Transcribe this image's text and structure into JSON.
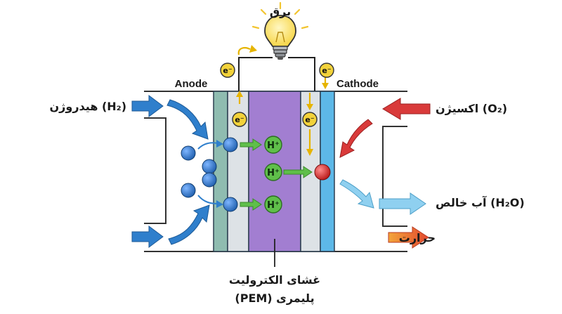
{
  "labels": {
    "bulb": "برق",
    "anode": "Anode",
    "cathode": "Cathode",
    "hydrogen": "هیدروژن (H₂)",
    "oxygen": "اکسیژن (O₂)",
    "water": "آب خالص (H₂O)",
    "heat": "حرارت",
    "membrane_line1": "غشای الکترولیت",
    "membrane_line2": "پلیمری (PEM)"
  },
  "tokens": {
    "electron": "e⁻",
    "proton": "H⁺"
  },
  "colors": {
    "membrane": "#a27ed1",
    "anode_layer": "#8fbcb0",
    "cathode_layer": "#5db8e8",
    "diffusion_layer": "#dde2e6",
    "hydrogen_arrow": "#2f7fcc",
    "oxygen_arrow": "#d93a3a",
    "water_arrow": "#8fd0f0",
    "heat_arrow": "#e8643a",
    "proton_fill": "#5fbf4a",
    "electron_fill": "#f2d23a",
    "hydrogen_atom": "#2a6fc0",
    "oxygen_atom": "#d42a2a"
  }
}
